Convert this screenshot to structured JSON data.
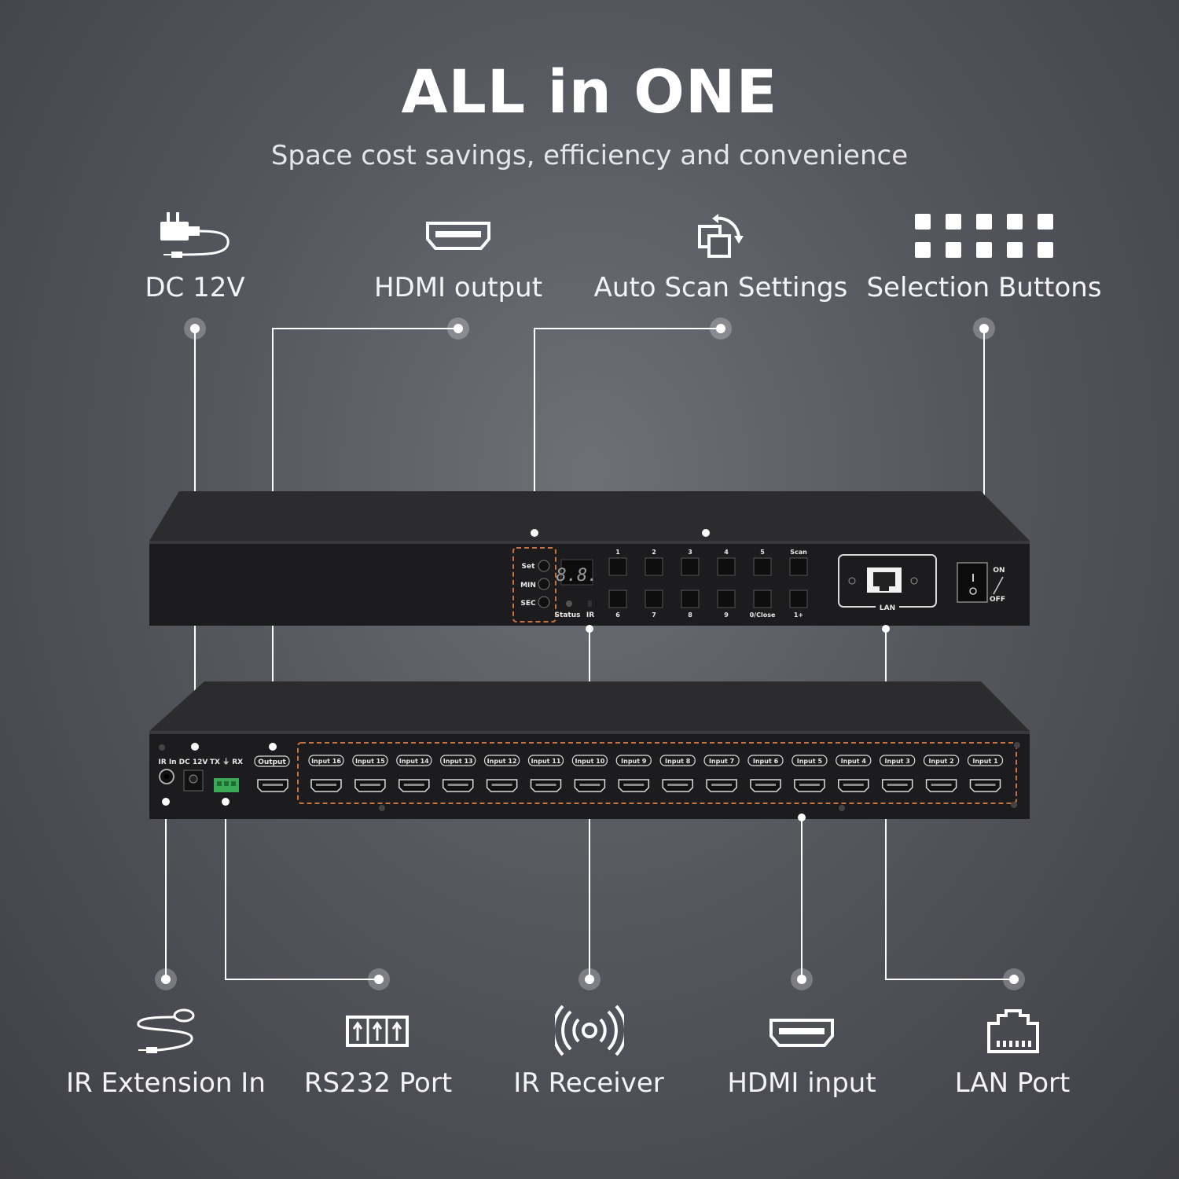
{
  "header": {
    "title": "ALL in ONE",
    "subtitle": "Space cost savings, efficiency and convenience"
  },
  "top_features": [
    {
      "label": "DC 12V",
      "icon": "power-adapter-icon"
    },
    {
      "label": "HDMI output",
      "icon": "hdmi-port-icon"
    },
    {
      "label": "Auto Scan Settings",
      "icon": "auto-scan-icon"
    },
    {
      "label": "Selection Buttons",
      "icon": "button-grid-icon"
    }
  ],
  "bottom_features": [
    {
      "label": "IR Extension In",
      "icon": "ir-cable-icon"
    },
    {
      "label": "RS232 Port",
      "icon": "rs232-port-icon"
    },
    {
      "label": "IR Receiver",
      "icon": "ir-receiver-icon"
    },
    {
      "label": "HDMI input",
      "icon": "hdmi-port-icon"
    },
    {
      "label": "LAN Port",
      "icon": "lan-port-icon"
    }
  ],
  "front_panel": {
    "set_label": "Set",
    "min_label": "MIN",
    "sec_label": "SEC",
    "display": "8.8.",
    "status_label": "Status",
    "ir_label": "IR",
    "buttons_top": [
      "1",
      "2",
      "3",
      "4",
      "5",
      "Scan"
    ],
    "buttons_bottom": [
      "6",
      "7",
      "8",
      "9",
      "0/Close",
      "1+"
    ],
    "lan_label": "LAN",
    "on_label": "ON",
    "off_label": "OFF"
  },
  "rear_panel": {
    "ir_in_label": "IR In",
    "dc_label": "DC 12V",
    "txrx_label": "TX ⏚ RX",
    "output_label": "Output",
    "inputs": [
      "Input 16",
      "Input 15",
      "Input 14",
      "Input 13",
      "Input 12",
      "Input 11",
      "Input 10",
      "Input 9",
      "Input 8",
      "Input 7",
      "Input 6",
      "Input 5",
      "Input 4",
      "Input 3",
      "Input 2",
      "Input 1"
    ]
  },
  "colors": {
    "accent_dashed": "#c8733a",
    "connector_line": "#ffffff",
    "rs232_green": "#3aa856"
  }
}
